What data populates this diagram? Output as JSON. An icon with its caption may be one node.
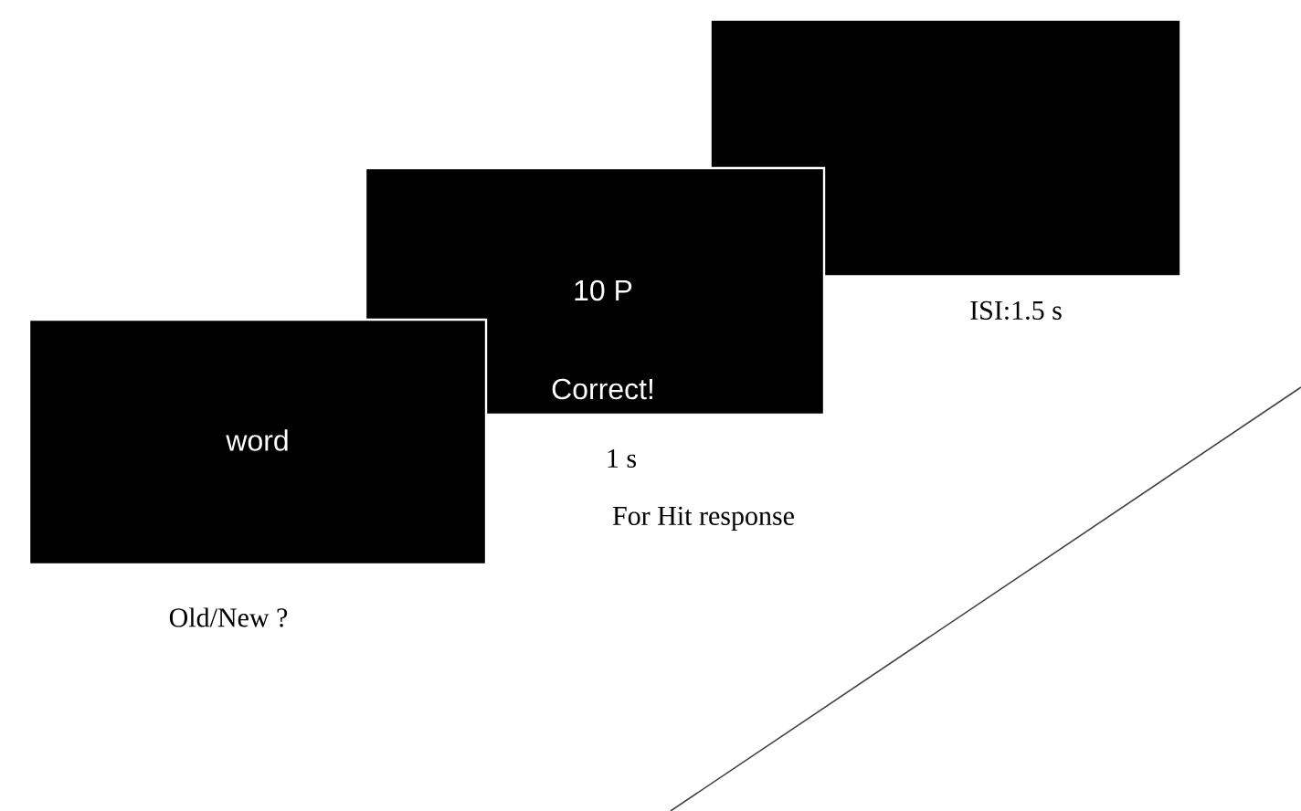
{
  "diagram": {
    "nodes": [
      {
        "text": [
          "word"
        ],
        "beside": [
          "Old/New ?"
        ]
      },
      {
        "text": [
          "10 P",
          "Correct!"
        ],
        "beside": [
          "1 s",
          "For Hit response"
        ]
      },
      {
        "text": [],
        "shape": "box",
        "beside": [
          "ISI:1.5  s"
        ]
      }
    ]
  }
}
